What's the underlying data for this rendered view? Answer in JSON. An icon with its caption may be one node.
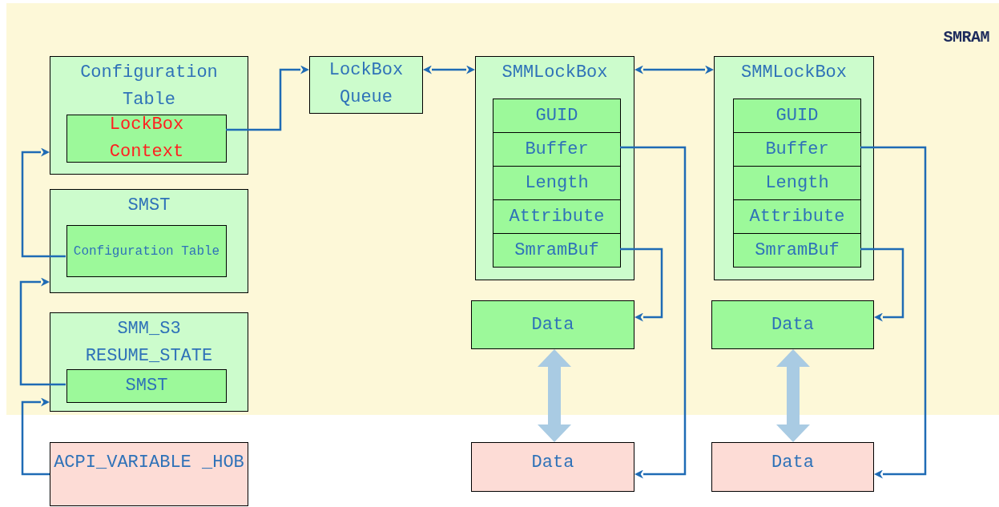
{
  "diagram": {
    "nodes": [
      {
        "text": [
          "SMRAM"
        ]
      },
      {
        "text": [
          "Configuration Table"
        ],
        "in": 0
      },
      {
        "text": [
          "LockBox Context"
        ],
        "in": 1
      },
      {
        "text": [
          "SMST"
        ],
        "in": 0
      },
      {
        "text": [
          "Configuration Table"
        ],
        "in": 3
      },
      {
        "text": [
          "SMM_S3 RESUME_STATE"
        ],
        "in": 0
      },
      {
        "text": [
          "SMST"
        ],
        "in": 5
      },
      {
        "text": [
          "ACPI_VARIABLE _HOB"
        ]
      },
      {
        "text": [
          "LockBox Queue"
        ],
        "in": 0
      },
      {
        "text": [
          "SMMLockBox"
        ],
        "in": 0
      },
      {
        "text": [
          "GUID"
        ],
        "in": 9
      },
      {
        "text": [
          "Buffer"
        ],
        "in": 9
      },
      {
        "text": [
          "Length"
        ],
        "in": 9
      },
      {
        "text": [
          "Attribute"
        ],
        "in": 9
      },
      {
        "text": [
          "SmramBuf"
        ],
        "in": 9
      },
      {
        "text": [
          "Data"
        ],
        "in": 0
      },
      {
        "text": [
          "SMMLockBox"
        ],
        "in": 0
      },
      {
        "text": [
          "GUID"
        ],
        "in": 16
      },
      {
        "text": [
          "Buffer"
        ],
        "in": 16
      },
      {
        "text": [
          "Length"
        ],
        "in": 16
      },
      {
        "text": [
          "Attribute"
        ],
        "in": 16
      },
      {
        "text": [
          "SmramBuf"
        ],
        "in": 16
      },
      {
        "text": [
          "Data"
        ],
        "in": 0
      },
      {
        "text": [
          "Data"
        ]
      },
      {
        "text": [
          "Data"
        ]
      }
    ],
    "edges": [
      {
        "from": 2,
        "to": 8,
        "arrow": "to"
      },
      {
        "from": 4,
        "to": 1,
        "arrow": "to"
      },
      {
        "from": 6,
        "to": 3,
        "arrow": "to"
      },
      {
        "from": 7,
        "to": 5,
        "arrow": "to"
      },
      {
        "from": 8,
        "to": 9,
        "arrow": "both"
      },
      {
        "from": 9,
        "to": 16,
        "arrow": "both"
      },
      {
        "from": 11,
        "to": 23,
        "arrow": "to"
      },
      {
        "from": 14,
        "to": 15,
        "arrow": "to"
      },
      {
        "from": 18,
        "to": 24,
        "arrow": "to"
      },
      {
        "from": 21,
        "to": 22,
        "arrow": "to"
      },
      {
        "from": 15,
        "to": 23,
        "arrow": "both",
        "style": "thick",
        "color": "#a9cbe3"
      },
      {
        "from": 22,
        "to": 24,
        "arrow": "both",
        "style": "thick",
        "color": "#a9cbe3"
      }
    ]
  }
}
